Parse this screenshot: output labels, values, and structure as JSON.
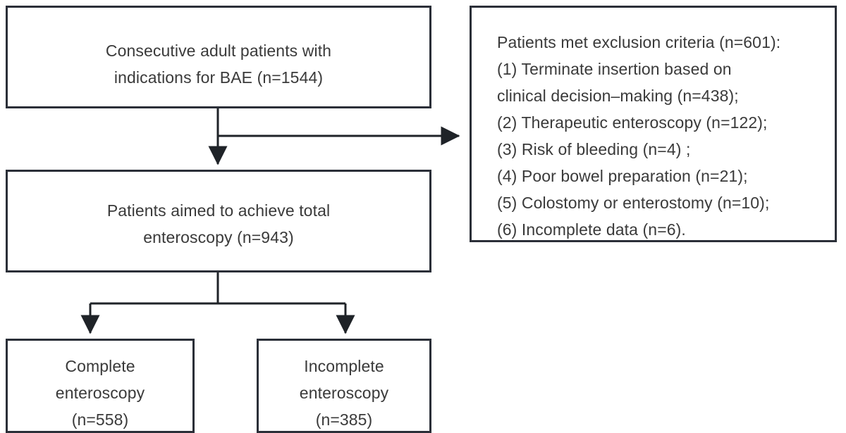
{
  "figure": {
    "type": "flowchart",
    "title": "Patient enrollment flow diagram",
    "colors": {
      "box_border": "#2b2f38",
      "text": "#3a3a3a",
      "connector": "#1f2328",
      "background": "#ffffff"
    }
  },
  "nodes": {
    "source": {
      "label": "Consecutive adult patients with\nindications for BAE (n=1544)",
      "n": 1544
    },
    "excluded": {
      "label": "Patients met exclusion criteria (n=601):\n(1) Terminate insertion based on\nclinical decision–making (n=438);\n(2) Therapeutic enteroscopy (n=122);\n(3) Risk of bleeding (n=4) ;\n(4) Poor bowel preparation (n=21);\n(5) Colostomy or enterostomy (n=10);\n(6) Incomplete data (n=6).",
      "heading": "Patients met exclusion criteria (n=601):",
      "n": 601,
      "criteria": [
        {
          "index": "(1)",
          "text": "Terminate insertion based on clinical decision–making",
          "n": 438
        },
        {
          "index": "(2)",
          "text": "Therapeutic enteroscopy",
          "n": 122
        },
        {
          "index": "(3)",
          "text": "Risk of bleeding",
          "n": 4
        },
        {
          "index": "(4)",
          "text": "Poor bowel preparation",
          "n": 21
        },
        {
          "index": "(5)",
          "text": "Colostomy or enterostomy",
          "n": 10
        },
        {
          "index": "(6)",
          "text": "Incomplete data",
          "n": 6
        }
      ]
    },
    "aimed": {
      "label": "Patients aimed to achieve total\nenteroscopy (n=943)",
      "n": 943
    },
    "complete": {
      "label": "Complete\nenteroscopy\n(n=558)",
      "n": 558
    },
    "incomplete": {
      "label": "Incomplete\nenteroscopy\n(n=385)",
      "n": 385
    }
  },
  "edges": [
    {
      "from": "source",
      "to": "aimed",
      "kind": "arrow-down"
    },
    {
      "from": "source",
      "to": "excluded",
      "kind": "arrow-right"
    },
    {
      "from": "aimed",
      "to": "complete",
      "kind": "arrow-down-split-left"
    },
    {
      "from": "aimed",
      "to": "incomplete",
      "kind": "arrow-down-split-right"
    }
  ]
}
